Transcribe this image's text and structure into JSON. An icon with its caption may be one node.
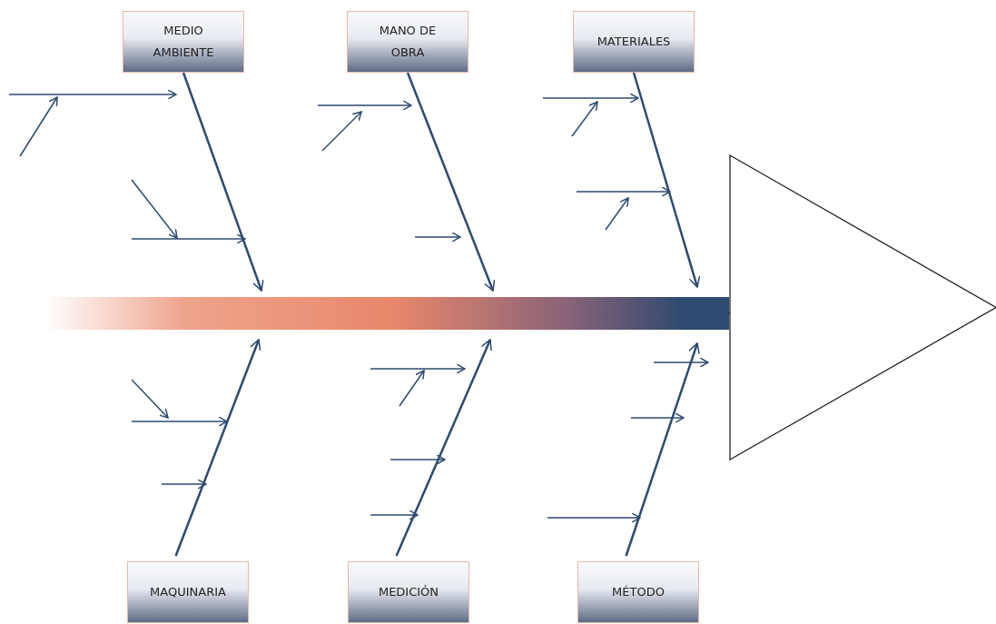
{
  "diagram": {
    "nodes": [
      {
        "text": [
          "MEDIO AMBIENTE"
        ]
      },
      {
        "text": [
          "MANO DE OBRA"
        ]
      },
      {
        "text": [
          "MATERIALES"
        ]
      },
      {
        "text": [],
        "shape": "triangle"
      },
      {
        "text": [
          "MAQUINARIA"
        ]
      },
      {
        "text": [
          "MEDICIÓN"
        ]
      },
      {
        "text": [
          "MÉTODO"
        ]
      }
    ],
    "edges": [
      {
        "from": 0,
        "to": null,
        "arrow": "to"
      },
      {
        "from": 1,
        "to": null,
        "arrow": "to"
      },
      {
        "from": 2,
        "to": null,
        "arrow": "to"
      },
      {
        "from": null,
        "to": 3,
        "arrow": "to",
        "style": "thick"
      },
      {
        "from": 4,
        "to": null,
        "arrow": "to"
      },
      {
        "from": 5,
        "to": null,
        "arrow": "to"
      },
      {
        "from": 6,
        "to": null,
        "arrow": "to"
      }
    ]
  }
}
